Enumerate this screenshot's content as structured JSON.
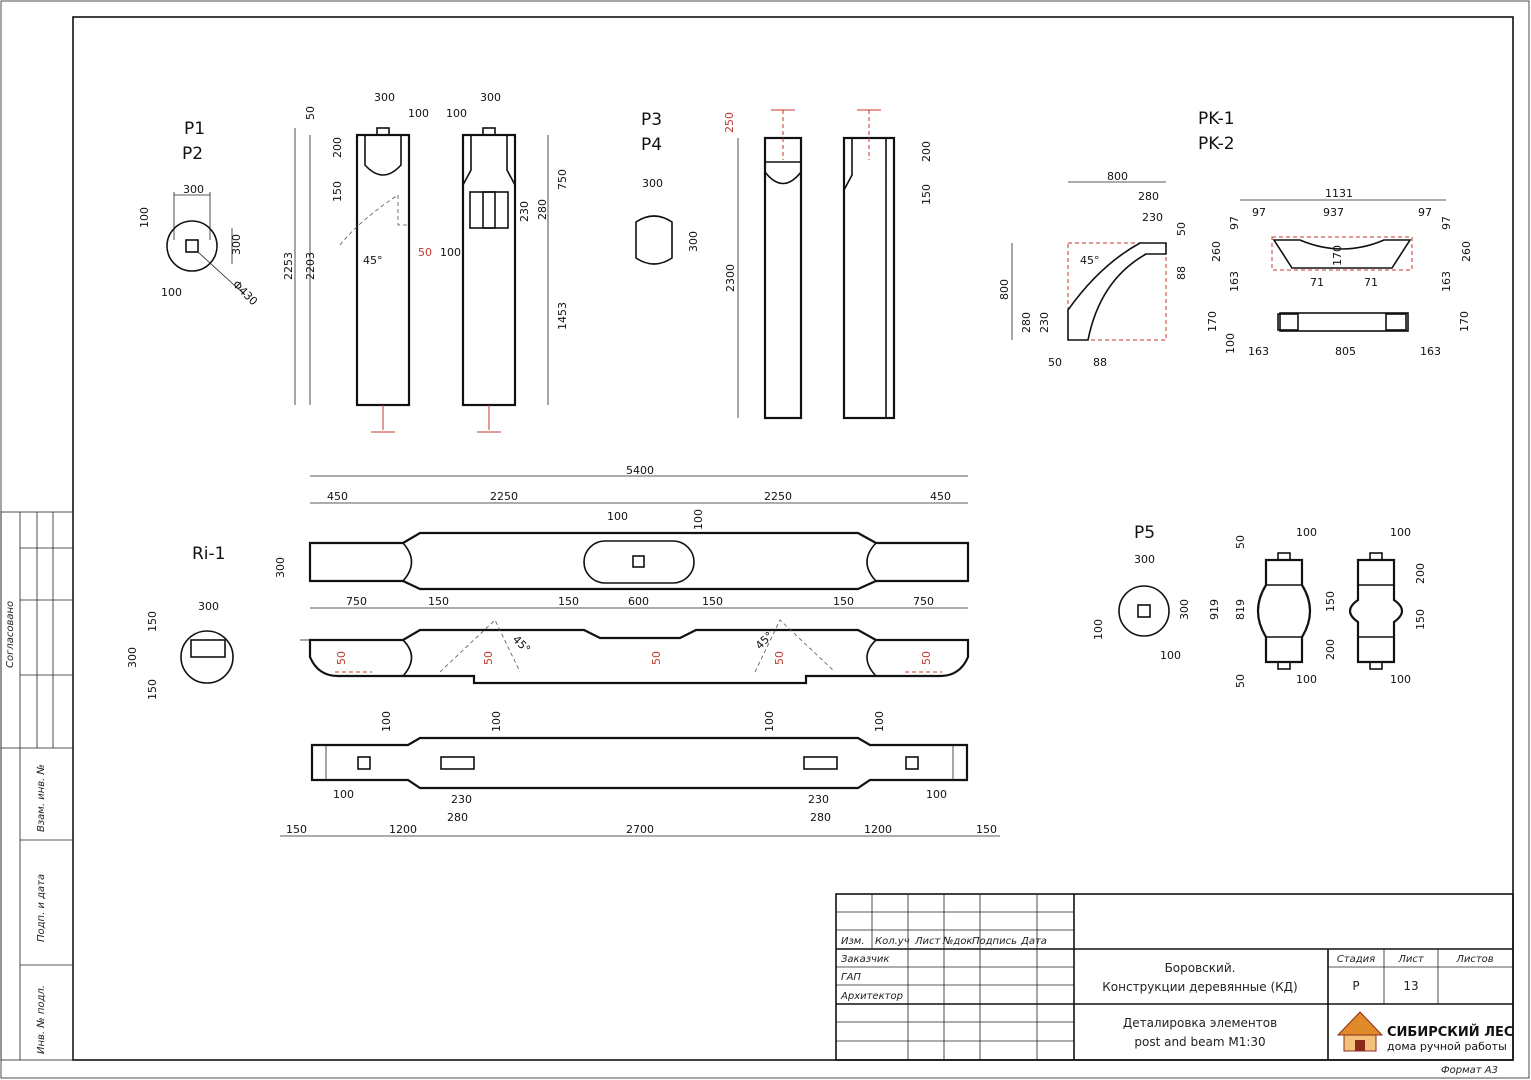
{
  "labels": {
    "p1": "P1",
    "p2": "P2",
    "p3": "P3",
    "p4": "P4",
    "rk1": "PK-1",
    "rk2": "PK-2",
    "ri1": "Ri-1",
    "p5": "P5"
  },
  "dims": {
    "d300": "300",
    "d100": "100",
    "d50": "50",
    "d200": "200",
    "d150": "150",
    "d2253": "2253",
    "d2203": "2203",
    "d750": "750",
    "d230": "230",
    "d280": "280",
    "d1453": "1453",
    "phi430": "Φ430",
    "deg45": "45°",
    "d250": "250",
    "d2300": "2300",
    "d800": "800",
    "d88": "88",
    "d1131": "1131",
    "d97": "97",
    "d937": "937",
    "d260": "260",
    "d163": "163",
    "d170": "170",
    "d71": "71",
    "d805": "805",
    "d5400": "5400",
    "d450": "450",
    "d2250": "2250",
    "d600": "600",
    "d1200": "1200",
    "d2700": "2700",
    "d919": "919",
    "d819": "819"
  },
  "side_stamp": {
    "agreed": "Согласовано",
    "inv_vzam": "Взам. инв. №",
    "podp_data": "Подп. и дата",
    "inv_podl": "Инв. № подл."
  },
  "title_block": {
    "headers": [
      "Изм.",
      "Кол.уч",
      "Лист",
      "№док",
      "Подпись",
      "Дата"
    ],
    "roles": [
      "Заказчик",
      "ГАП",
      "Архитектор"
    ],
    "project_line1": "Боровский.",
    "project_line2": "Конструкции деревянные (КД)",
    "stage_label": "Стадия",
    "sheet_label": "Лист",
    "sheets_label": "Листов",
    "stage": "Р",
    "sheet": "13",
    "sheets": "",
    "drawing_line1": "Деталировка элементов",
    "drawing_line2": "post and beam М1:30",
    "logo_main": "СИБИРСКИЙ ЛЕС",
    "logo_sub": "дома ручной работы"
  },
  "format": "Формат А3",
  "colors": {
    "line": "#111111",
    "accent": "#c0392b",
    "fill": "#e6e6e6",
    "logo": "#8b2a1a",
    "logo_orange": "#e08a2c"
  }
}
